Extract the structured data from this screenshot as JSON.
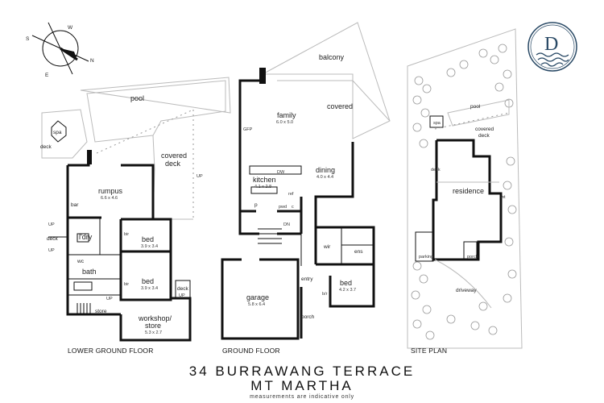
{
  "title_line1": "34 BURRAWANG TERRACE",
  "title_line2": "MT MARTHA",
  "note": "measurements are indicative only",
  "compass": {
    "n": "N",
    "s": "S",
    "e": "E",
    "w": "W"
  },
  "logo_letter": "D",
  "floors": {
    "lower": "LOWER GROUND FLOOR",
    "ground": "GROUND FLOOR",
    "site": "SITE PLAN"
  },
  "lower_rooms": {
    "pool": "pool",
    "spa": "spa",
    "deck": "deck",
    "covered_deck": "covered",
    "covered_deck2": "deck",
    "rumpus": "rumpus",
    "rumpus_dim": "6.6 x 4.6",
    "bar": "bar",
    "up1": "UP",
    "up2": "UP",
    "up3": "UP",
    "up4": "UP",
    "up5": "UP",
    "ldry": "l'dry",
    "deck2": "deck",
    "wc": "wc",
    "bath": "bath",
    "bed1": "bed",
    "bed1_dim": "3.9 x 3.4",
    "bed2": "bed",
    "bed2_dim": "3.9 x 3.4",
    "bir1": "bir",
    "bir2": "bir",
    "store": "store",
    "deck3": "deck",
    "workshop": "workshop/",
    "workshop2": "store",
    "workshop_dim": "5.3 x 2.7"
  },
  "ground_rooms": {
    "balcony": "balcony",
    "family": "family",
    "family_dim": "6.0 x 5.0",
    "covered": "covered",
    "gfp": "GFP",
    "kitchen": "kitchen",
    "kitchen_dim": "4.1 x 2.8",
    "dw": "DW",
    "dining": "dining",
    "dining_dim": "4.0 x 4.4",
    "p": "p",
    "ref": "ref",
    "pwd": "pwd",
    "c": "c",
    "dn": "DN",
    "wir": "wir",
    "ens": "ens",
    "garage": "garage",
    "garage_dim": "5.8 x 6.4",
    "entry": "entry",
    "bed": "bed",
    "bed_dim": "4.2 x 3.7",
    "robe": "b/r",
    "porch": "porch"
  },
  "site_rooms": {
    "pool": "pool",
    "spa": "spa",
    "covered": "covered",
    "deck": "deck",
    "deck2": "deck",
    "residence": "residence",
    "wt": "wt",
    "parking": "parking",
    "porch": "porch",
    "driveway": "driveway"
  }
}
